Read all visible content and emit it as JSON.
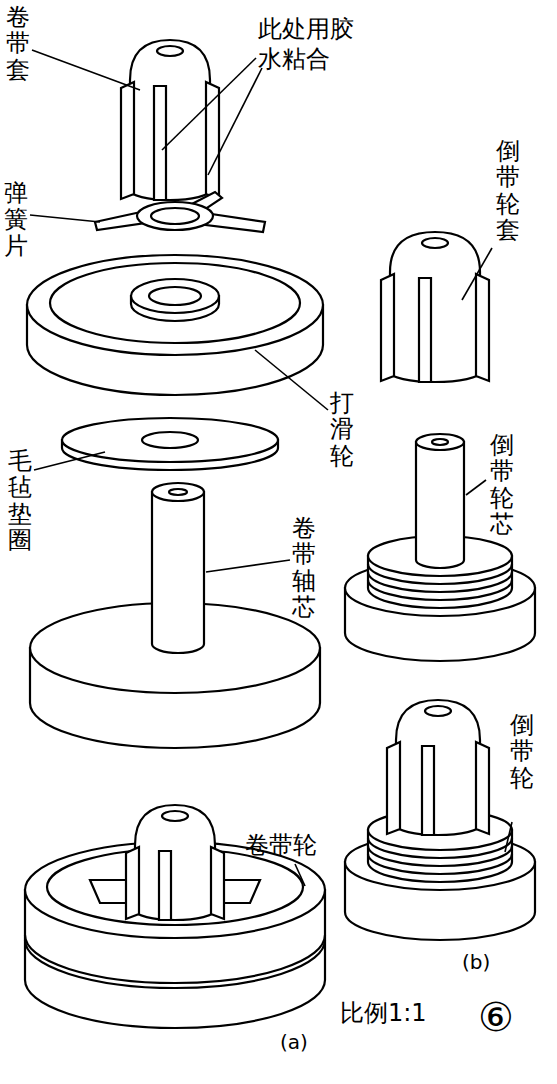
{
  "diagram": {
    "labels": [
      "卷带套",
      "此处用胶 水粘合",
      "弹簧片",
      "倒带轮套",
      "打滑轮",
      "毛毡垫圈",
      "卷带轴芯",
      "倒带轮芯",
      "卷带轮",
      "倒带轮",
      "(b)",
      "比例1:1",
      "(a)",
      "⑥"
    ]
  }
}
